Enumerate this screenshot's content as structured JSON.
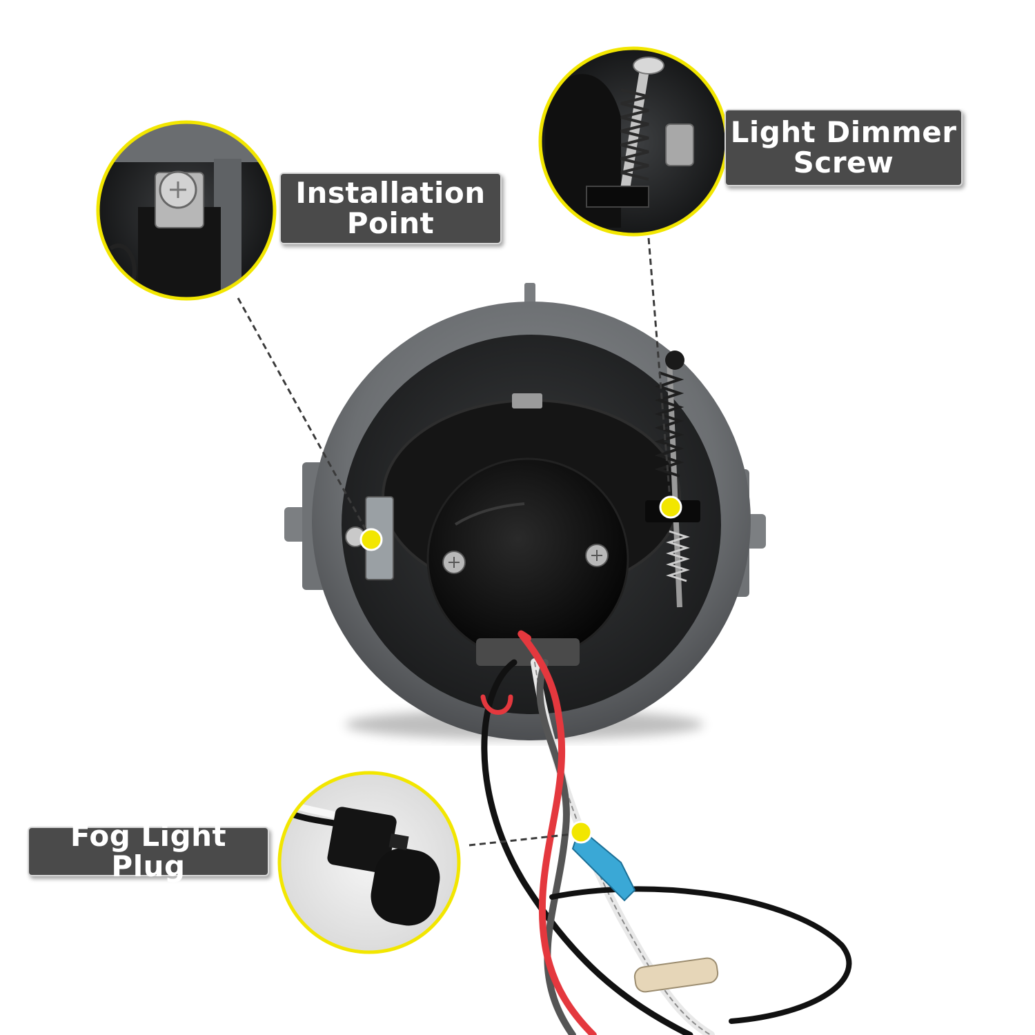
{
  "callouts": {
    "installation_point": {
      "line1": "Installation",
      "line2": "Point"
    },
    "light_dimmer_screw": {
      "line1": "Light Dimmer",
      "line2": "Screw"
    },
    "fog_light_plug": {
      "label": "Fog Light Plug"
    }
  },
  "colors": {
    "marker": "#f2e600",
    "label_bg": "#4a4a4a",
    "housing": "#6f7275",
    "lamp_back": "#0c0c0c"
  }
}
